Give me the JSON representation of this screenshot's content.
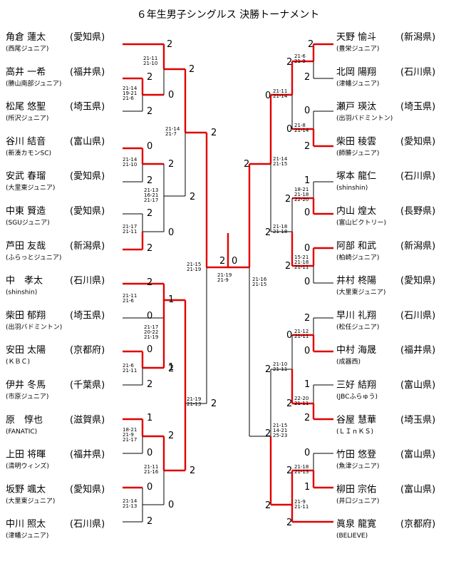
{
  "title": "６年生男子シングルス 決勝トーナメント",
  "left_players": [
    {
      "name": "角倉 蓮太",
      "club": "(西尾ジュニア)",
      "pref": "(愛知県)"
    },
    {
      "name": "高井 一希",
      "club": "(勝山南部ジュニア)",
      "pref": "(福井県)"
    },
    {
      "name": "松尾 悠聖",
      "club": "(所沢ジュニア)",
      "pref": "(埼玉県)"
    },
    {
      "name": "谷川 結音",
      "club": "(新湊カモンSC)",
      "pref": "(富山県)"
    },
    {
      "name": "安武 春瑠",
      "club": "(大里東ジュニア)",
      "pref": "(愛知県)"
    },
    {
      "name": "中東 賢造",
      "club": "(SGUジュニア)",
      "pref": "(愛知県)"
    },
    {
      "name": "芦田 友哉",
      "club": "(ふらっとジュニア)",
      "pref": "(新潟県)"
    },
    {
      "name": "中　孝太",
      "club": "(shinshin)",
      "pref": "(石川県)"
    },
    {
      "name": "柴田 郁翔",
      "club": "(出羽バドミントン)",
      "pref": "(埼玉県)"
    },
    {
      "name": "安田 太陽",
      "club": "(ＫＢＣ)",
      "pref": "(京都府)"
    },
    {
      "name": "伊井 冬馬",
      "club": "(市原ジュニア)",
      "pref": "(千葉県)"
    },
    {
      "name": "原　惇也",
      "club": "(FANATIC)",
      "pref": "(滋賀県)"
    },
    {
      "name": "上田 将暉",
      "club": "(清明ウィンズ)",
      "pref": "(福井県)"
    },
    {
      "name": "坂野 颯太",
      "club": "(大里東ジュニア)",
      "pref": "(愛知県)"
    },
    {
      "name": "中川 照太",
      "club": "(津幡ジュニア)",
      "pref": "(石川県)"
    }
  ],
  "right_players": [
    {
      "name": "天野 愉斗",
      "club": "(豊栄ジュニア)",
      "pref": "(新潟県)"
    },
    {
      "name": "北岡 陽翔",
      "club": "(津幡ジュニア)",
      "pref": "(石川県)"
    },
    {
      "name": "瀬戸 瑛汰",
      "club": "(出羽バドミントン)",
      "pref": "(埼玉県)"
    },
    {
      "name": "柴田 稜雲",
      "club": "(師勝ジュニア)",
      "pref": "(愛知県)"
    },
    {
      "name": "塚本 龍仁",
      "club": "(shinshin)",
      "pref": "(石川県)"
    },
    {
      "name": "内山 煌太",
      "club": "(富山ビクトリー)",
      "pref": "(長野県)"
    },
    {
      "name": "阿部 和武",
      "club": "(柏崎ジュニア)",
      "pref": "(新潟県)"
    },
    {
      "name": "井村 柊陽",
      "club": "(大里東ジュニア)",
      "pref": "(愛知県)"
    },
    {
      "name": "早川 礼翔",
      "club": "(松任ジュニア)",
      "pref": "(石川県)"
    },
    {
      "name": "中村 海晟",
      "club": "(成器西)",
      "pref": "(福井県)"
    },
    {
      "name": "三好 結翔",
      "club": "(JBCふらゅう)",
      "pref": "(富山県)"
    },
    {
      "name": "谷屋 慧華",
      "club": "(ＬＩｎＫＳ)",
      "pref": "(埼玉県)"
    },
    {
      "name": "竹田 悠登",
      "club": "(魚津ジュニア)",
      "pref": "(富山県)"
    },
    {
      "name": "柳田 宗佑",
      "club": "(井口ジュニア)",
      "pref": "(富山県)"
    },
    {
      "name": "眞泉 龍寛",
      "club": "(BELIEVE)",
      "pref": "(京都府)"
    }
  ],
  "wins": {
    "l1": [
      "2",
      "2",
      "2",
      "0",
      "2",
      "2",
      "0",
      "2",
      "2",
      "2",
      "2",
      "0",
      "2",
      "2",
      "1",
      "0",
      "2",
      "0",
      "1",
      "2",
      "2",
      "1",
      "2",
      "0",
      "2",
      "0",
      "0",
      "2"
    ],
    "r1": [
      "2",
      "0",
      "2",
      "2",
      "0",
      "0",
      "2",
      "1",
      "2",
      "0",
      "2",
      "2",
      "0",
      "2",
      "0",
      "2",
      "0",
      "0",
      "2",
      "2",
      "1",
      "2",
      "2",
      "0",
      "2",
      "1",
      "2",
      "2"
    ],
    "final": [
      "2",
      "0"
    ]
  },
  "scores": {
    "l_r1": [
      [
        "21-11",
        "21-10"
      ],
      [
        "21-14",
        "19-21",
        "21-6"
      ],
      [
        "21-14",
        "21-7"
      ],
      [
        "21-14",
        "21-10"
      ],
      [
        "21-13",
        "16-21",
        "21-17"
      ],
      [
        "21-17",
        "21-11"
      ],
      [
        "21-15",
        "21-19"
      ],
      [
        "21-11",
        "21-6"
      ],
      [
        "21-17",
        "20-22",
        "21-19"
      ],
      [
        "21-6",
        "21-11"
      ],
      [
        "21-19",
        "21-13"
      ],
      [
        "18-21",
        "21-9",
        "21-17"
      ],
      [
        "21-11",
        "21-16"
      ],
      [
        "21-14",
        "21-13"
      ]
    ],
    "r_r1": [
      [
        "21-6",
        "21-9"
      ],
      [
        "21-11",
        "21-14"
      ],
      [
        "21-8",
        "21-14"
      ],
      [
        "21-14",
        "21-15"
      ],
      [
        "18-21",
        "21-18",
        "22-20"
      ],
      [
        "21-18",
        "21-18"
      ],
      [
        "15-21",
        "21-18",
        "21-11"
      ],
      [
        "21-16",
        "21-15"
      ],
      [
        "21-12",
        "21-11"
      ],
      [
        "21-10",
        "21-11"
      ],
      [
        "22-20",
        "21-11"
      ],
      [
        "21-15",
        "14-21",
        "25-23"
      ],
      [
        "21-18",
        "21-13"
      ],
      [
        "21-9",
        "21-11"
      ]
    ],
    "final": [
      "21-19",
      "21-9"
    ]
  },
  "colors": {
    "win_line": "#e00000",
    "lose_line": "#000000"
  }
}
